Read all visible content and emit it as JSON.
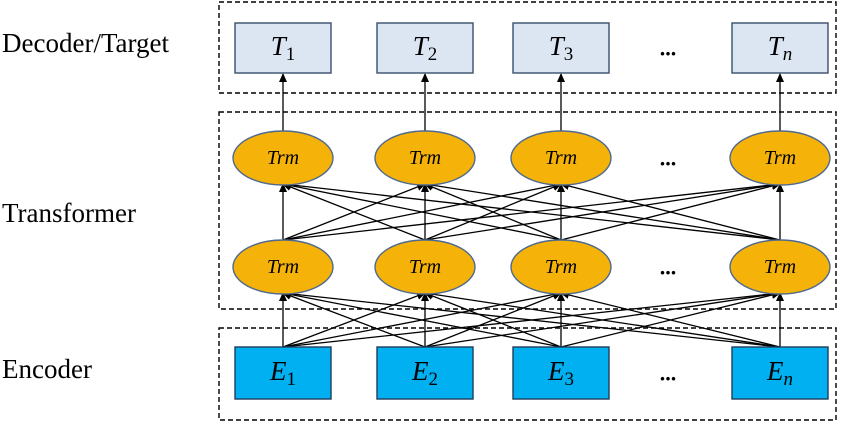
{
  "row_labels": {
    "decoder": "Decoder/Target",
    "transformer": "Transformer",
    "encoder": "Encoder"
  },
  "decoder_nodes": [
    {
      "base": "T",
      "sub": "1"
    },
    {
      "base": "T",
      "sub": "2"
    },
    {
      "base": "T",
      "sub": "3"
    },
    {
      "base": "T",
      "sub": "n"
    }
  ],
  "transformer_node_label": "Trm",
  "encoder_nodes": [
    {
      "base": "E",
      "sub": "1"
    },
    {
      "base": "E",
      "sub": "2"
    },
    {
      "base": "E",
      "sub": "3"
    },
    {
      "base": "E",
      "sub": "n"
    }
  ],
  "ellipsis": "...",
  "colors": {
    "decoder_fill": "#dce6f2",
    "decoder_stroke": "#3a4f6b",
    "trm_fill": "#f5b30a",
    "trm_stroke": "#4f6a8f",
    "encoder_fill": "#00b0f0",
    "encoder_stroke": "#1f3d5c",
    "arrow": "#000000",
    "group_border": "#000000"
  }
}
